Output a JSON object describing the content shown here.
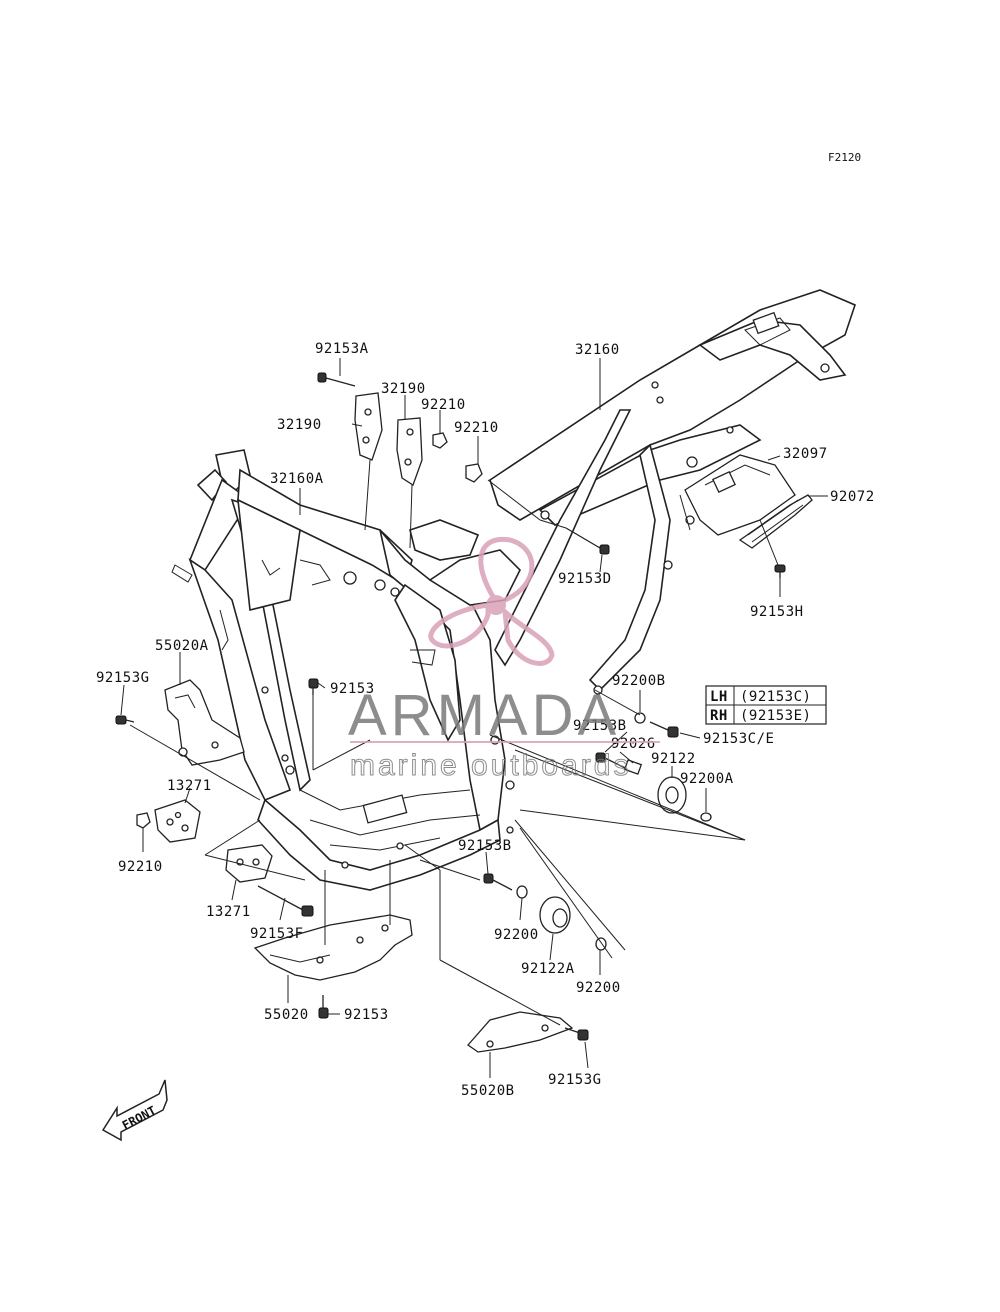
{
  "diagram_ref": "F2120",
  "watermark": {
    "brand": "ARMADA",
    "tagline": "marine outboards",
    "color_primary": "#d9a0b8",
    "color_text": "#7a7a7a"
  },
  "side_table": {
    "rows": [
      {
        "side": "LH",
        "part": "(92153C)"
      },
      {
        "side": "RH",
        "part": "(92153E)"
      }
    ]
  },
  "front_marker": "FRONT",
  "labels": {
    "p92153A": "92153A",
    "p32190a": "32190",
    "p32190b": "32190",
    "p92210a": "92210",
    "p92210b": "92210",
    "p32160": "32160",
    "p32160A": "32160A",
    "p32097": "32097",
    "p92072": "92072",
    "p92153D": "92153D",
    "p92153H": "92153H",
    "p55020A": "55020A",
    "p92153G_left": "92153G",
    "p92153": "92153",
    "p92200B": "92200B",
    "p92153B_upper": "92153B",
    "p92153CE": "92153C/E",
    "p92026": "92026",
    "p92122": "92122",
    "p92200A": "92200A",
    "p13271a": "13271",
    "p92210c": "92210",
    "p13271b": "13271",
    "p92153F": "92153F",
    "p92153B_lower": "92153B",
    "p92200a": "92200",
    "p92122A": "92122A",
    "p92200b": "92200",
    "p55020": "55020",
    "p92153_lower": "92153",
    "p55020B": "55020B",
    "p92153G_lower": "92153G"
  }
}
